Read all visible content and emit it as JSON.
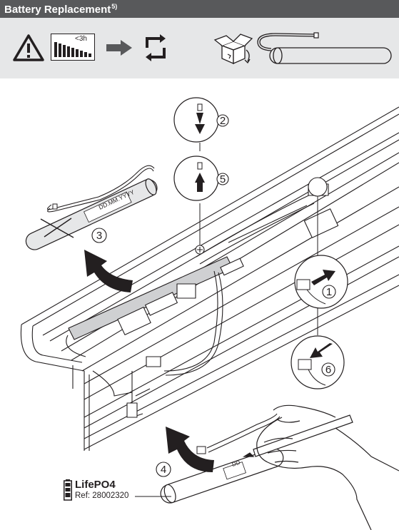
{
  "header": {
    "title": "Battery Replacement",
    "footnote": "5)"
  },
  "iconbar": {
    "icons": [
      "warning-icon",
      "battery-level-icon",
      "arrow-right-icon",
      "replace-cycle-icon",
      "open-box-icon",
      "battery-pack-icon"
    ],
    "battery_label": "<3h"
  },
  "illustration": {
    "steps": [
      "1",
      "2",
      "3",
      "4",
      "5",
      "6"
    ],
    "old_battery_label": "DD.MM.YYYY",
    "new_battery_label": "DD"
  },
  "product": {
    "name": "LifePO4",
    "ref": "Ref: 28002320"
  },
  "colors": {
    "header_bg": "#58595b",
    "iconbar_bg": "#e6e7e8",
    "line": "#231f20",
    "battery_fill": "#e6e7e8"
  }
}
